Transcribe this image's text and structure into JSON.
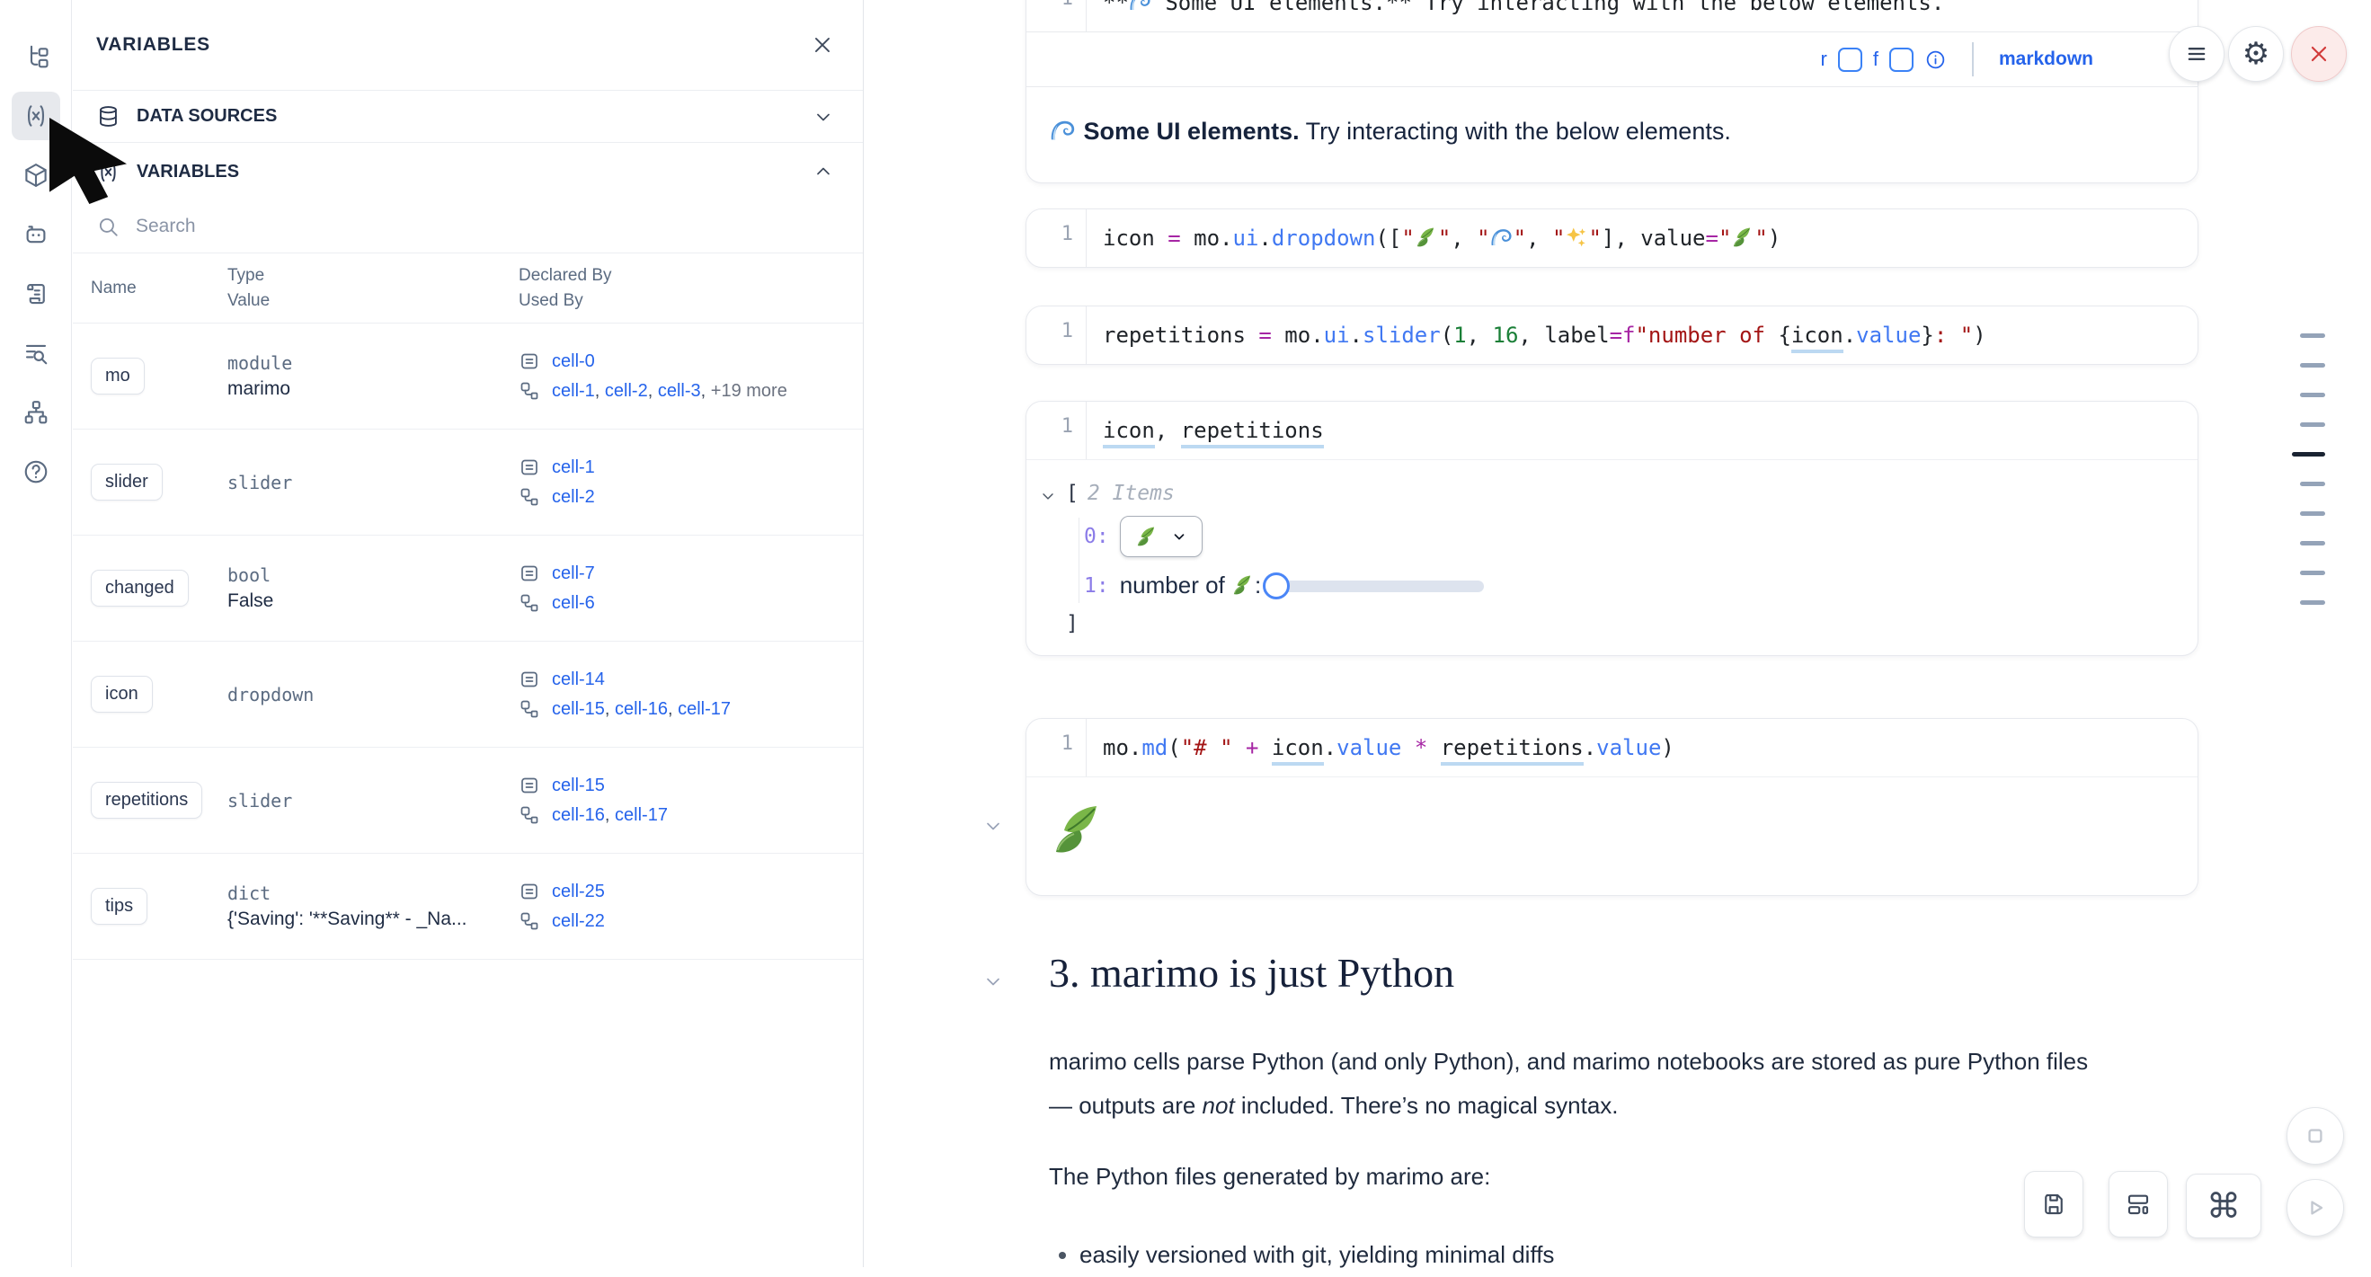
{
  "sidebar": {
    "icons": [
      {
        "name": "file-tree",
        "active": false
      },
      {
        "name": "variables-x",
        "active": true
      },
      {
        "name": "package-cube",
        "active": false
      },
      {
        "name": "ai-robot",
        "active": false
      },
      {
        "name": "snippets-scroll",
        "active": false
      },
      {
        "name": "logs-search",
        "active": false
      },
      {
        "name": "dependency-graph",
        "active": false
      },
      {
        "name": "help",
        "active": false
      }
    ]
  },
  "panel": {
    "title": "VARIABLES",
    "data_sources_label": "DATA SOURCES",
    "variables_label": "VARIABLES",
    "search_placeholder": "Search",
    "headers": {
      "name": "Name",
      "type": "Type",
      "value": "Value",
      "declared": "Declared By",
      "used": "Used By"
    },
    "rows": [
      {
        "name": "mo",
        "type": "module",
        "value": "marimo",
        "declared": [
          "cell-0"
        ],
        "used": [
          "cell-1",
          "cell-2",
          "cell-3"
        ],
        "more": "+19 more"
      },
      {
        "name": "slider",
        "type": "slider",
        "value": "",
        "declared": [
          "cell-1"
        ],
        "used": [
          "cell-2"
        ],
        "more": ""
      },
      {
        "name": "changed",
        "type": "bool",
        "value": "False",
        "declared": [
          "cell-7"
        ],
        "used": [
          "cell-6"
        ],
        "more": ""
      },
      {
        "name": "icon",
        "type": "dropdown",
        "value": "",
        "declared": [
          "cell-14"
        ],
        "used": [
          "cell-15",
          "cell-16",
          "cell-17"
        ],
        "more": ""
      },
      {
        "name": "repetitions",
        "type": "slider",
        "value": "",
        "declared": [
          "cell-15"
        ],
        "used": [
          "cell-16",
          "cell-17"
        ],
        "more": ""
      },
      {
        "name": "tips",
        "type": "dict",
        "value": "{'Saving': '**Saving** - _Na...",
        "declared": [
          "cell-25"
        ],
        "used": [
          "cell-22"
        ],
        "more": ""
      }
    ]
  },
  "notebook": {
    "toolbar": {
      "r_label": "r",
      "f_label": "f",
      "language": "markdown"
    },
    "cells": {
      "md_top": {
        "line_no": "1",
        "tokens": [
          {
            "t": "**"
          },
          {
            "e": "wave"
          },
          {
            "t": " Some UI elements.** Try interacting with the below elements."
          }
        ],
        "output_bold": "Some UI elements.",
        "output_rest": " Try interacting with the below elements."
      },
      "dropdown_cell": {
        "line_no": "1",
        "tokens": [
          {
            "t": "icon "
          },
          {
            "t": "=",
            "c": "op"
          },
          {
            "t": " mo."
          },
          {
            "t": "ui",
            "c": "fn"
          },
          {
            "t": "."
          },
          {
            "t": "dropdown",
            "c": "fn"
          },
          {
            "t": "(["
          },
          {
            "t": "\"",
            "c": "str"
          },
          {
            "e": "leaf"
          },
          {
            "t": "\"",
            "c": "str"
          },
          {
            "t": ", "
          },
          {
            "t": "\"",
            "c": "str"
          },
          {
            "e": "wave"
          },
          {
            "t": "\"",
            "c": "str"
          },
          {
            "t": ", "
          },
          {
            "t": "\"",
            "c": "str"
          },
          {
            "e": "sparkles"
          },
          {
            "t": "\"",
            "c": "str"
          },
          {
            "t": "], value"
          },
          {
            "t": "=",
            "c": "op"
          },
          {
            "t": "\"",
            "c": "str"
          },
          {
            "e": "leaf"
          },
          {
            "t": "\"",
            "c": "str"
          },
          {
            "t": ")"
          }
        ]
      },
      "slider_cell": {
        "line_no": "1",
        "tokens": [
          {
            "t": "repetitions "
          },
          {
            "t": "=",
            "c": "op"
          },
          {
            "t": " mo."
          },
          {
            "t": "ui",
            "c": "fn"
          },
          {
            "t": "."
          },
          {
            "t": "slider",
            "c": "fn"
          },
          {
            "t": "("
          },
          {
            "t": "1",
            "c": "num"
          },
          {
            "t": ", "
          },
          {
            "t": "16",
            "c": "num"
          },
          {
            "t": ", label"
          },
          {
            "t": "=",
            "c": "op"
          },
          {
            "t": "f",
            "c": "op"
          },
          {
            "t": "\"number of ",
            "c": "str"
          },
          {
            "t": "{"
          },
          {
            "t": "icon",
            "c": "und"
          },
          {
            "t": "."
          },
          {
            "t": "value",
            "c": "fn"
          },
          {
            "t": "}"
          },
          {
            "t": ": \"",
            "c": "str"
          },
          {
            "t": ")"
          }
        ]
      },
      "expr_cell": {
        "line_no": "1",
        "tokens": [
          {
            "t": "icon",
            "c": "und"
          },
          {
            "t": ", "
          },
          {
            "t": "repetitions",
            "c": "und"
          }
        ],
        "output": {
          "bracket_open": "[",
          "items_count": "2 Items",
          "idx0": "0:",
          "idx1": "1:",
          "slider_label_before": "number of ",
          "slider_label_after": ": ",
          "bracket_close": "]"
        }
      },
      "md_leaf_cell": {
        "line_no": "1",
        "tokens": [
          {
            "t": "mo."
          },
          {
            "t": "md",
            "c": "fn"
          },
          {
            "t": "("
          },
          {
            "t": "\"# \"",
            "c": "str"
          },
          {
            "t": " "
          },
          {
            "t": "+",
            "c": "op"
          },
          {
            "t": " "
          },
          {
            "t": "icon",
            "c": "und"
          },
          {
            "t": "."
          },
          {
            "t": "value",
            "c": "fn"
          },
          {
            "t": " "
          },
          {
            "t": "*",
            "c": "op"
          },
          {
            "t": " "
          },
          {
            "t": "repetitions",
            "c": "und"
          },
          {
            "t": "."
          },
          {
            "t": "value",
            "c": "fn"
          },
          {
            "t": ")"
          }
        ]
      }
    },
    "prose": {
      "heading": "3. marimo is just Python",
      "p1_line1": "marimo cells parse Python (and only Python), and marimo notebooks are stored as pure Python files",
      "p1_line2_a": "— outputs are ",
      "p1_em": "not",
      "p1_line2_b": " included. There’s no magical syntax.",
      "p2": "The Python files generated by marimo are:",
      "bullet1": "easily versioned with git, yielding minimal diffs"
    },
    "footer_buttons": {
      "cmd_glyph": "⌘",
      "gear_glyph": "⚙"
    }
  },
  "minimap": {
    "count": 10,
    "active_index": 4
  },
  "colors": {
    "link_blue": "#2563eb",
    "code_function": "#4078f2",
    "code_operator": "#a626a4",
    "code_string": "#a31515",
    "code_number": "#1a7f37",
    "reactive_underline": "#bcd9f2",
    "close_danger": "#d23b3b",
    "minimap_active": "#1a2332",
    "slider_accent": "#4a86f7"
  }
}
